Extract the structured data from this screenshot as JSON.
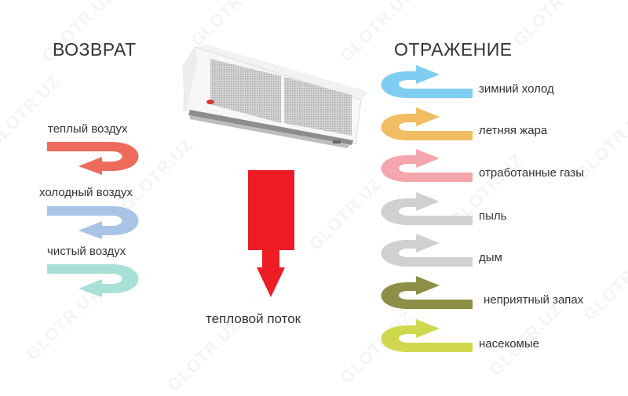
{
  "left_panel": {
    "title": "ВОЗВРАТ",
    "items": [
      {
        "label": "теплый воздух",
        "color": "#ee6b5b"
      },
      {
        "label": "холодный воздух",
        "color": "#a9c4e6"
      },
      {
        "label": "чистый воздух",
        "color": "#a7e0d6"
      }
    ]
  },
  "center": {
    "device": "air-curtain-unit",
    "flow_label": "тепловой поток",
    "flow_color": "#ee1c24"
  },
  "right_panel": {
    "title": "ОТРАЖЕНИЕ",
    "items": [
      {
        "label": "зимний холод",
        "color": "#7fcdf2"
      },
      {
        "label": "летняя жара",
        "color": "#f1bd63"
      },
      {
        "label": "отработанные газы",
        "color": "#f5a5ad"
      },
      {
        "label": "пыль",
        "color": "#cfd0d2"
      },
      {
        "label": "дым",
        "color": "#cfd0d2"
      },
      {
        "label": "неприятный запах",
        "color": "#8e8f46"
      },
      {
        "label": "насекомые",
        "color": "#cfd84d"
      }
    ]
  },
  "watermark": "GLOTR.UZ"
}
